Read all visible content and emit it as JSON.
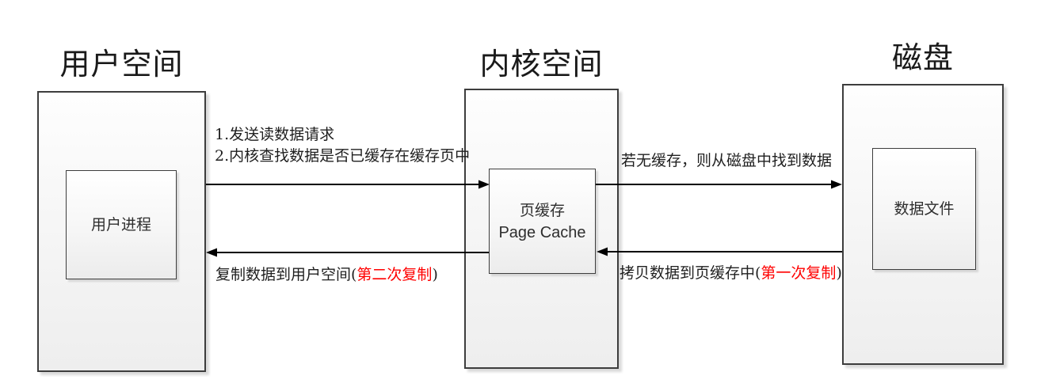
{
  "colors": {
    "highlight_red": "#ff0000",
    "box_border": "#3d3d3d",
    "arrow": "#000000"
  },
  "columns": {
    "user_space": {
      "title": "用户空间",
      "box_label": "用户进程"
    },
    "kernel_space": {
      "title": "内核空间",
      "box_label_line1": "页缓存",
      "box_label_line2": "Page Cache"
    },
    "disk": {
      "title": "磁盘",
      "box_label": "数据文件"
    }
  },
  "labels": {
    "request_line1": "1.发送读数据请求",
    "request_line2": "2.内核查找数据是否已缓存在缓存页中",
    "no_cache": "若无缓存，则从磁盘中找到数据",
    "copy_to_user_prefix": "复制数据到用户空间(",
    "copy_to_user_highlight": "第二次复制",
    "copy_to_user_suffix": ")",
    "copy_to_cache_prefix": "拷贝数据到页缓存中(",
    "copy_to_cache_highlight": "第一次复制",
    "copy_to_cache_suffix": ")"
  }
}
